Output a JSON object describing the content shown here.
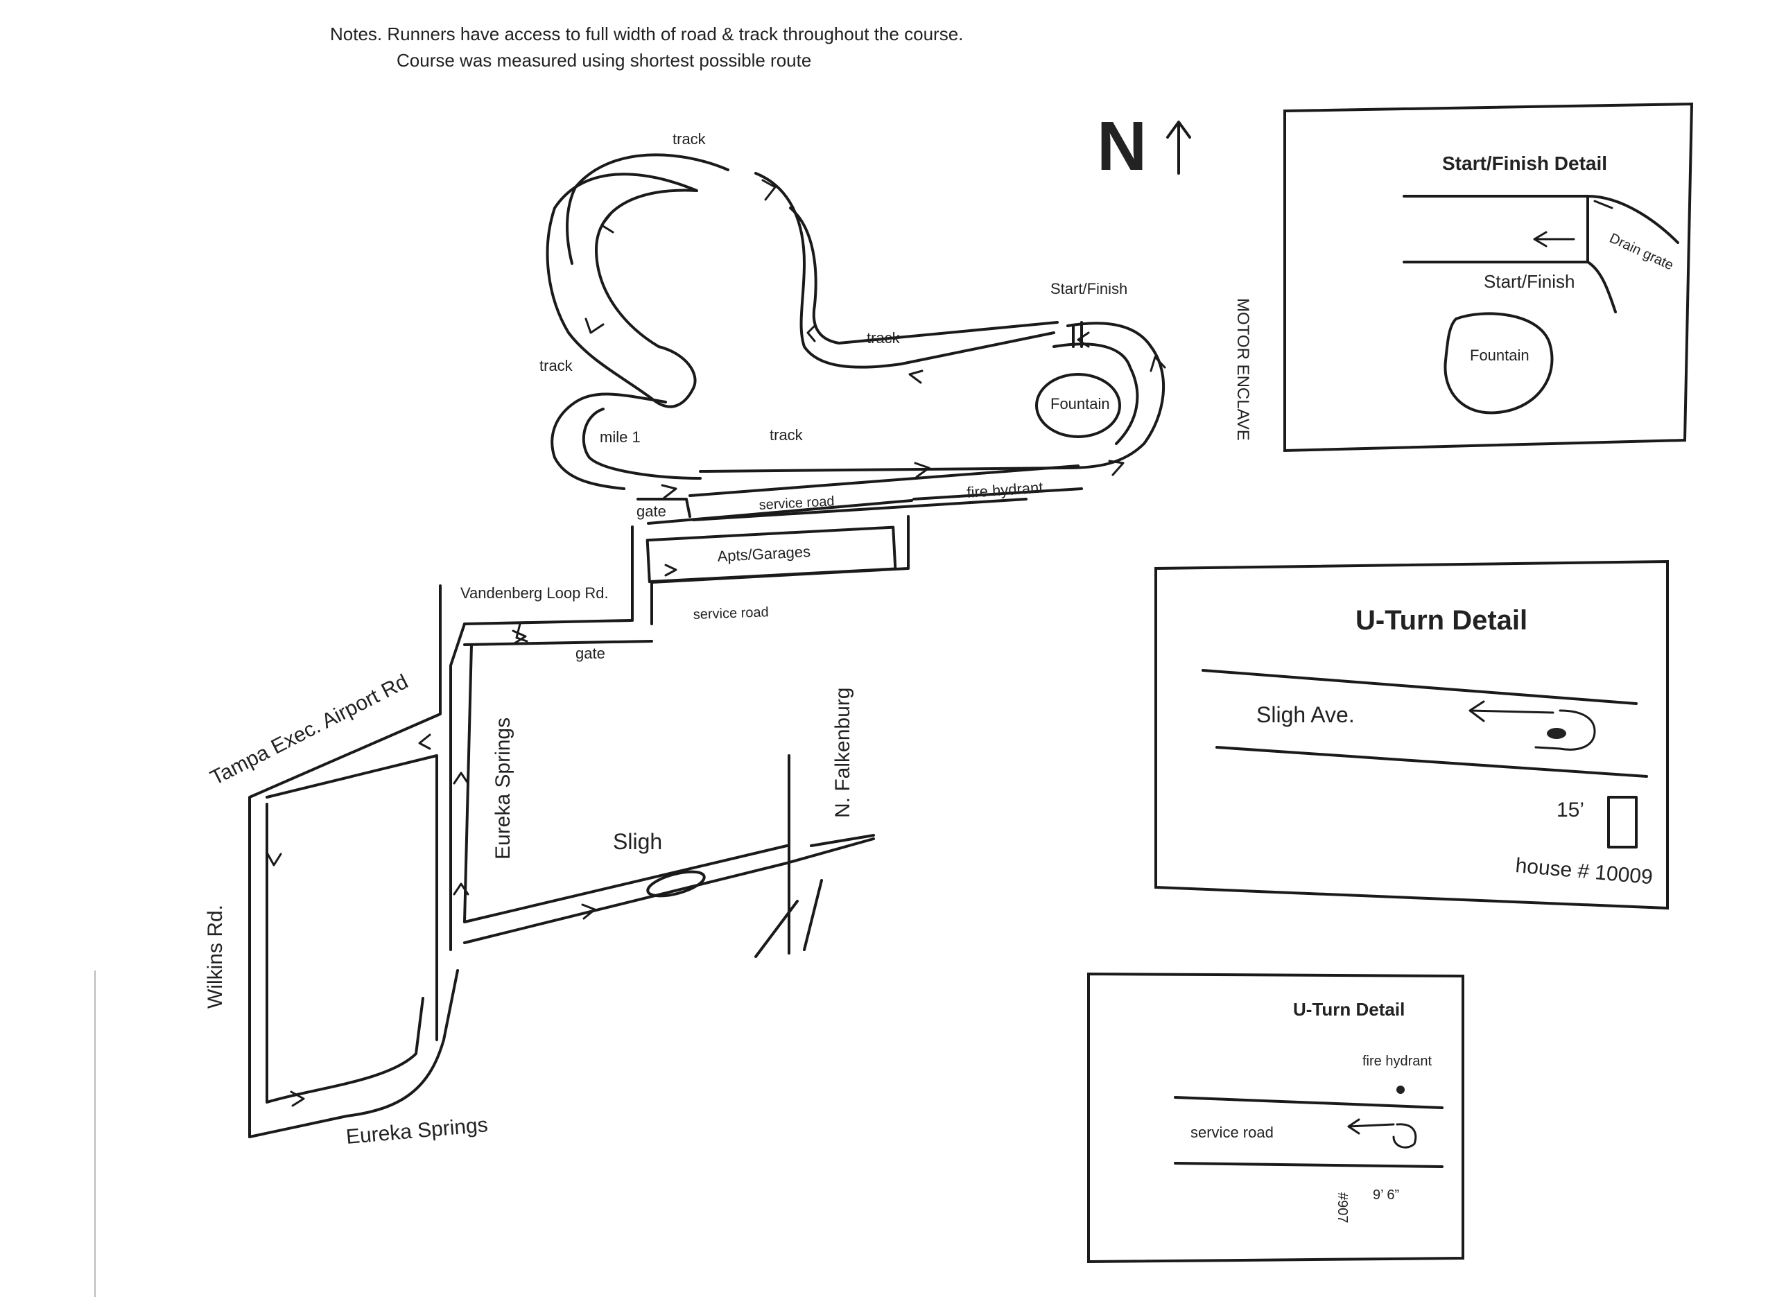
{
  "notes": {
    "line1": "Notes. Runners have access to full width of road & track throughout the course.",
    "line2": "Course was measured using shortest possible route"
  },
  "north": {
    "letter": "N",
    "icon": "north-arrow-icon"
  },
  "labels": {
    "track_top": "track",
    "track_left": "track",
    "track_mid": "track",
    "track_bottom": "track",
    "start_finish": "Start/Finish",
    "fountain": "Fountain",
    "mile1": "mile 1",
    "gate_top": "gate",
    "gate_bottom": "gate",
    "service_road_top": "service road",
    "service_road_bottom": "service road",
    "fire_hydrant": "fire hydrant",
    "apts_garages": "Apts/Garages",
    "vandenberg": "Vandenberg Loop Rd.",
    "tampa_exec": "Tampa Exec. Airport Rd",
    "eureka_springs_v": "Eureka Springs",
    "eureka_springs_h": "Eureka Springs",
    "wilkins": "Wilkins Rd.",
    "sligh": "Sligh",
    "falkenburg": "N. Falkenburg",
    "motor_enclave": "MOTOR ENCLAVE"
  },
  "detail_start": {
    "title": "Start/Finish Detail",
    "label": "Start/Finish",
    "drain": "Drain grate",
    "fountain": "Fountain"
  },
  "detail_uturn1": {
    "title": "U-Turn Detail",
    "road": "Sligh Ave.",
    "distance": "15’",
    "house": "house # 10009"
  },
  "detail_uturn2": {
    "title": "U-Turn Detail",
    "hydrant": "fire hydrant",
    "road": "service road",
    "distance": "9’ 6”",
    "house": "#907"
  }
}
